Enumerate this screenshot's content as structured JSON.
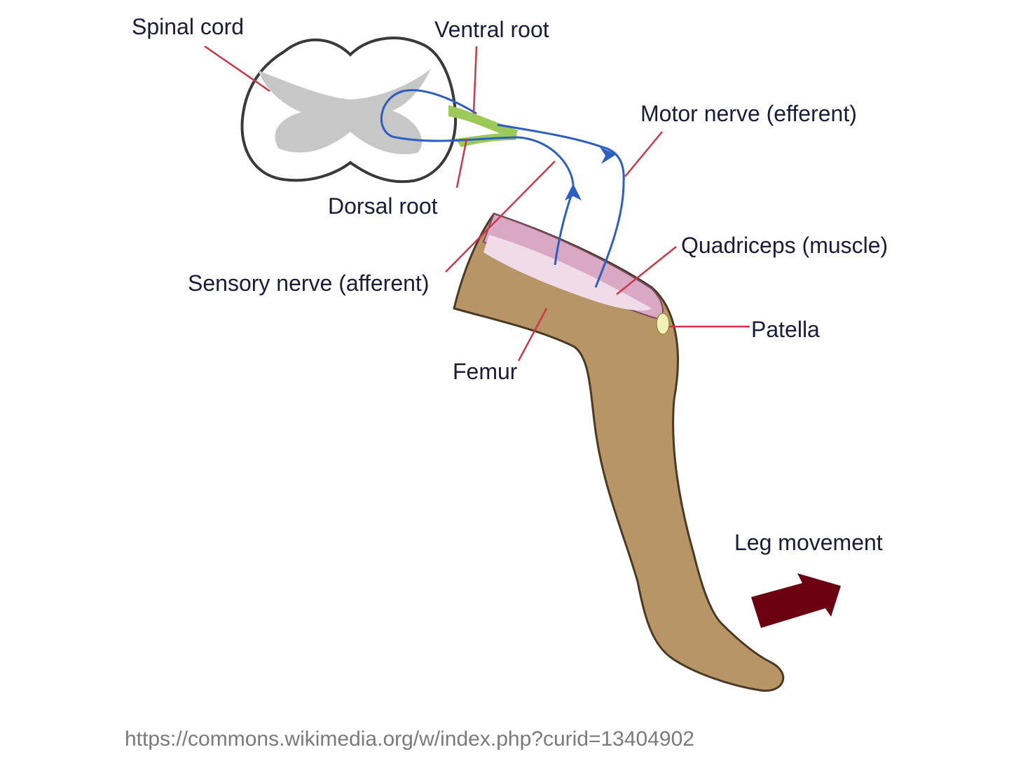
{
  "labels": {
    "spinal_cord": "Spinal cord",
    "ventral_root": "Ventral root",
    "dorsal_root": "Dorsal root",
    "motor_nerve": "Motor nerve (efferent)",
    "sensory_nerve": "Sensory nerve (afferent)",
    "quadriceps": "Quadriceps (muscle)",
    "patella": "Patella",
    "femur": "Femur",
    "leg_movement": "Leg movement"
  },
  "source_url": "https://commons.wikimedia.org/w/index.php?curid=13404902",
  "colors": {
    "leader_line": "#c8374a",
    "nerve": "#2d5fc0",
    "root": "#9cc957",
    "gray_matter": "#c7c7c7",
    "cord_outline": "#3a3a3a",
    "leg": "#b89566",
    "leg_outline": "#4a3a24",
    "muscle": "#d9a9c3",
    "muscle_inner": "#f0dbe9",
    "patella": "#f3efb8",
    "movement_arrow": "#6b0012",
    "label_text": "#1b1b3a",
    "source_text": "#7a7a7a"
  }
}
